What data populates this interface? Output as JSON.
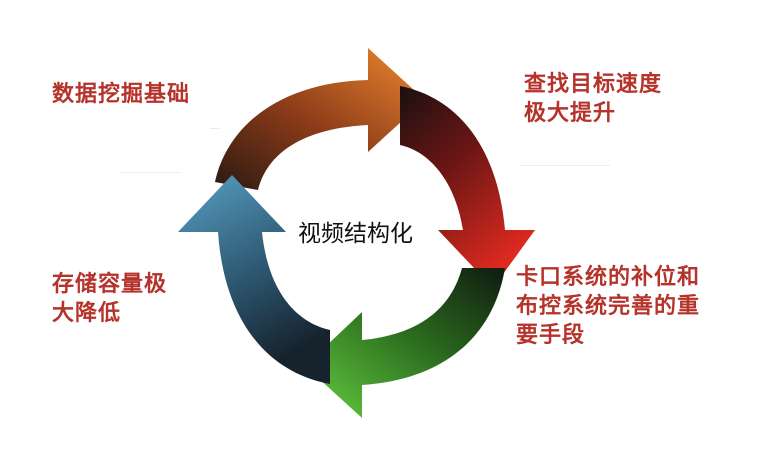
{
  "diagram": {
    "center_label": "视频结构化",
    "labels": {
      "top_left": [
        "数据挖掘基础"
      ],
      "top_right": [
        "查找目标速度",
        "极大提升"
      ],
      "bottom_right": [
        "卡口系统的补位和",
        "布控系统完善的重",
        "要手段"
      ],
      "bottom_left": [
        "存储容量极",
        "大降低"
      ]
    },
    "colors": {
      "label_text": "#b5332a",
      "arrow_orange": "#e8782a",
      "arrow_red": "#d62a22",
      "arrow_green": "#5cc43a",
      "arrow_blue": "#4a8fb0"
    }
  }
}
